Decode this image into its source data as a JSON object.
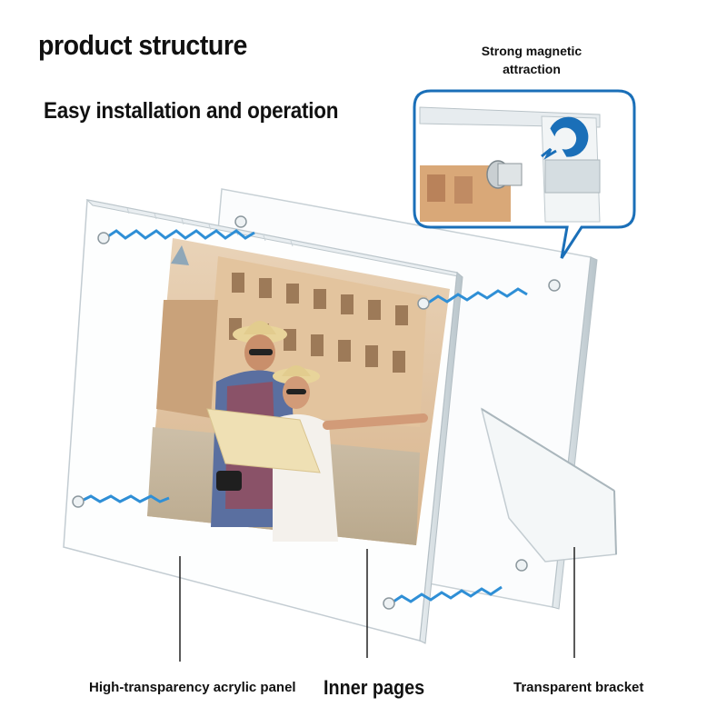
{
  "header": {
    "title": "product structure",
    "subtitle": "Easy installation and operation"
  },
  "callout": {
    "title": "Strong magnetic attraction",
    "icon": "magnet-icon"
  },
  "labels": {
    "panel": "High-transparency acrylic panel",
    "inner_pages": "Inner pages",
    "bracket": "Transparent bracket"
  },
  "colors": {
    "accent_blue": "#1a6fb8",
    "magnet_line": "#2f8fd6",
    "text": "#111111"
  }
}
